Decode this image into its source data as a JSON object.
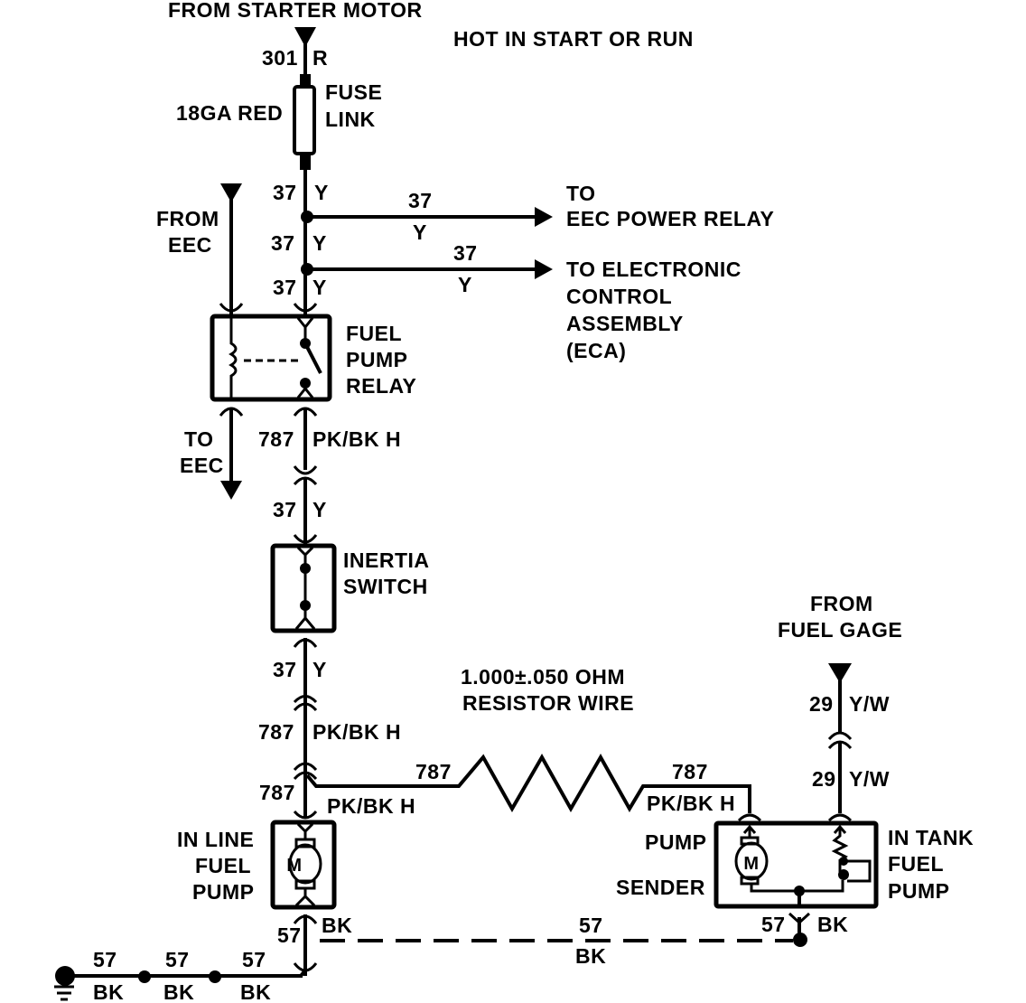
{
  "title": "Fuel Pump Circuit Wiring Diagram",
  "header": {
    "source": "FROM STARTER MOTOR",
    "hot_note": "HOT IN START OR RUN"
  },
  "fuse_link": {
    "wire_top": {
      "circuit": "301",
      "color": "R"
    },
    "gauge": "18GA RED",
    "label_line1": "FUSE",
    "label_line2": "LINK"
  },
  "main_feed": {
    "segments": [
      {
        "circuit": "37",
        "color": "Y"
      },
      {
        "circuit": "37",
        "color": "Y"
      },
      {
        "circuit": "37",
        "color": "Y"
      }
    ]
  },
  "branches": [
    {
      "circuit": "37",
      "color": "Y",
      "dest_line1": "TO",
      "dest_line2": "EEC POWER RELAY"
    },
    {
      "circuit": "37",
      "color": "Y",
      "dest_line1": "TO ELECTRONIC",
      "dest_line2": "CONTROL",
      "dest_line3": "ASSEMBLY",
      "dest_line4": "(ECA)"
    }
  ],
  "relay": {
    "label_line1": "FUEL",
    "label_line2": "PUMP",
    "label_line3": "RELAY",
    "from_eec_line1": "FROM",
    "from_eec_line2": "EEC",
    "to_eec_line1": "TO",
    "to_eec_line2": "EEC",
    "output_wire": {
      "circuit": "787",
      "color": "PK/BK H"
    }
  },
  "inertia_switch": {
    "input_wire": {
      "circuit": "37",
      "color": "Y"
    },
    "label_line1": "INERTIA",
    "label_line2": "SWITCH",
    "output_wire": {
      "circuit": "37",
      "color": "Y"
    }
  },
  "inline_pump": {
    "input_wire": {
      "circuit": "787",
      "color": "PK/BK H"
    },
    "feed_wire": {
      "circuit": "787",
      "color": "PK/BK H"
    },
    "label_line1": "IN LINE",
    "label_line2": "FUEL",
    "label_line3": "PUMP",
    "motor_symbol": "M",
    "ground_wire": {
      "circuit": "57",
      "color": "BK"
    }
  },
  "resistor_wire": {
    "label_line1": "1.000±.050 OHM",
    "label_line2": "RESISTOR WIRE",
    "left_wire": {
      "circuit": "787"
    },
    "right_wire": {
      "circuit": "787",
      "color": "PK/BK H"
    }
  },
  "in_tank_pump": {
    "from_line1": "FROM",
    "from_line2": "FUEL GAGE",
    "gage_wire_top": {
      "circuit": "29",
      "color": "Y/W"
    },
    "gage_wire_bottom": {
      "circuit": "29",
      "color": "Y/W"
    },
    "pump_label": "PUMP",
    "sender_label": "SENDER",
    "label_line1": "IN TANK",
    "label_line2": "FUEL",
    "label_line3": "PUMP",
    "motor_symbol": "M",
    "ground_wire": {
      "circuit": "57",
      "color": "BK"
    }
  },
  "ground": {
    "dashed_wire": {
      "circuit": "57",
      "color": "BK"
    },
    "segments": [
      {
        "circuit": "57",
        "color": "BK"
      },
      {
        "circuit": "57",
        "color": "BK"
      },
      {
        "circuit": "57",
        "color": "BK"
      }
    ]
  }
}
